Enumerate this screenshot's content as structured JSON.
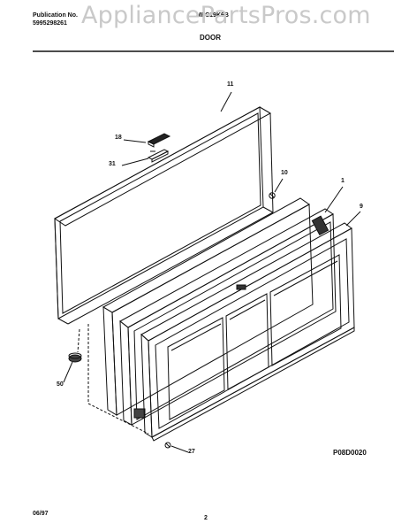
{
  "header": {
    "publication_label": "Publication No.",
    "publication_number": "5995298261",
    "model": "MFC19K6B",
    "section_title": "DOOR"
  },
  "watermark": "AppliancePartsPros.com",
  "callouts": [
    "11",
    "18",
    "31",
    "10",
    "1",
    "9",
    "50",
    "27"
  ],
  "figure_code": "P08D0020",
  "footer": {
    "date": "06/97",
    "page": "2"
  }
}
